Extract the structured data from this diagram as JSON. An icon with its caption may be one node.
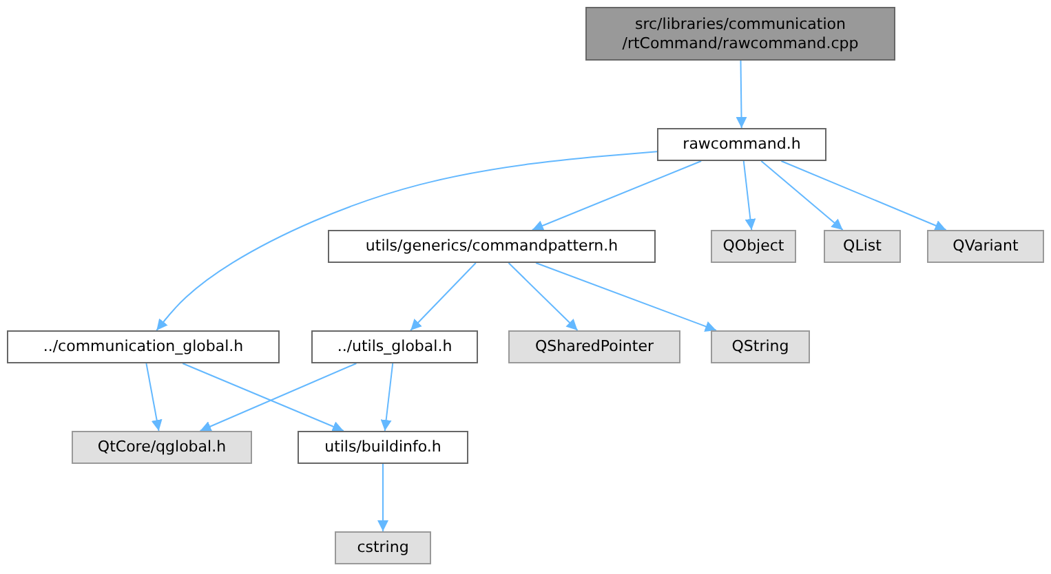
{
  "diagram": {
    "nodes": [
      {
        "text": [
          "src/libraries/communication /rtCommand/rawcommand.cpp"
        ]
      },
      {
        "text": [
          "rawcommand.h"
        ]
      },
      {
        "text": [
          "../communication_global.h"
        ]
      },
      {
        "text": [
          "utils/generics/commandpattern.h"
        ]
      },
      {
        "text": [
          "QObject"
        ]
      },
      {
        "text": [
          "QList"
        ]
      },
      {
        "text": [
          "QVariant"
        ]
      },
      {
        "text": [
          "../utils_global.h"
        ]
      },
      {
        "text": [
          "QSharedPointer"
        ]
      },
      {
        "text": [
          "QString"
        ]
      },
      {
        "text": [
          "QtCore/qglobal.h"
        ]
      },
      {
        "text": [
          "utils/buildinfo.h"
        ]
      },
      {
        "text": [
          "cstring"
        ]
      }
    ],
    "edges": [
      {
        "from": 0,
        "to": 1,
        "arrow": "to"
      },
      {
        "from": 1,
        "to": 2,
        "arrow": "to"
      },
      {
        "from": 1,
        "to": 3,
        "arrow": "to"
      },
      {
        "from": 1,
        "to": 4,
        "arrow": "to"
      },
      {
        "from": 1,
        "to": 5,
        "arrow": "to"
      },
      {
        "from": 1,
        "to": 6,
        "arrow": "to"
      },
      {
        "from": 3,
        "to": 7,
        "arrow": "to"
      },
      {
        "from": 3,
        "to": 8,
        "arrow": "to"
      },
      {
        "from": 3,
        "to": 9,
        "arrow": "to"
      },
      {
        "from": 2,
        "to": 10,
        "arrow": "to"
      },
      {
        "from": 2,
        "to": 11,
        "arrow": "to"
      },
      {
        "from": 7,
        "to": 10,
        "arrow": "to"
      },
      {
        "from": 7,
        "to": 11,
        "arrow": "to"
      },
      {
        "from": 11,
        "to": 12,
        "arrow": "to"
      }
    ]
  }
}
